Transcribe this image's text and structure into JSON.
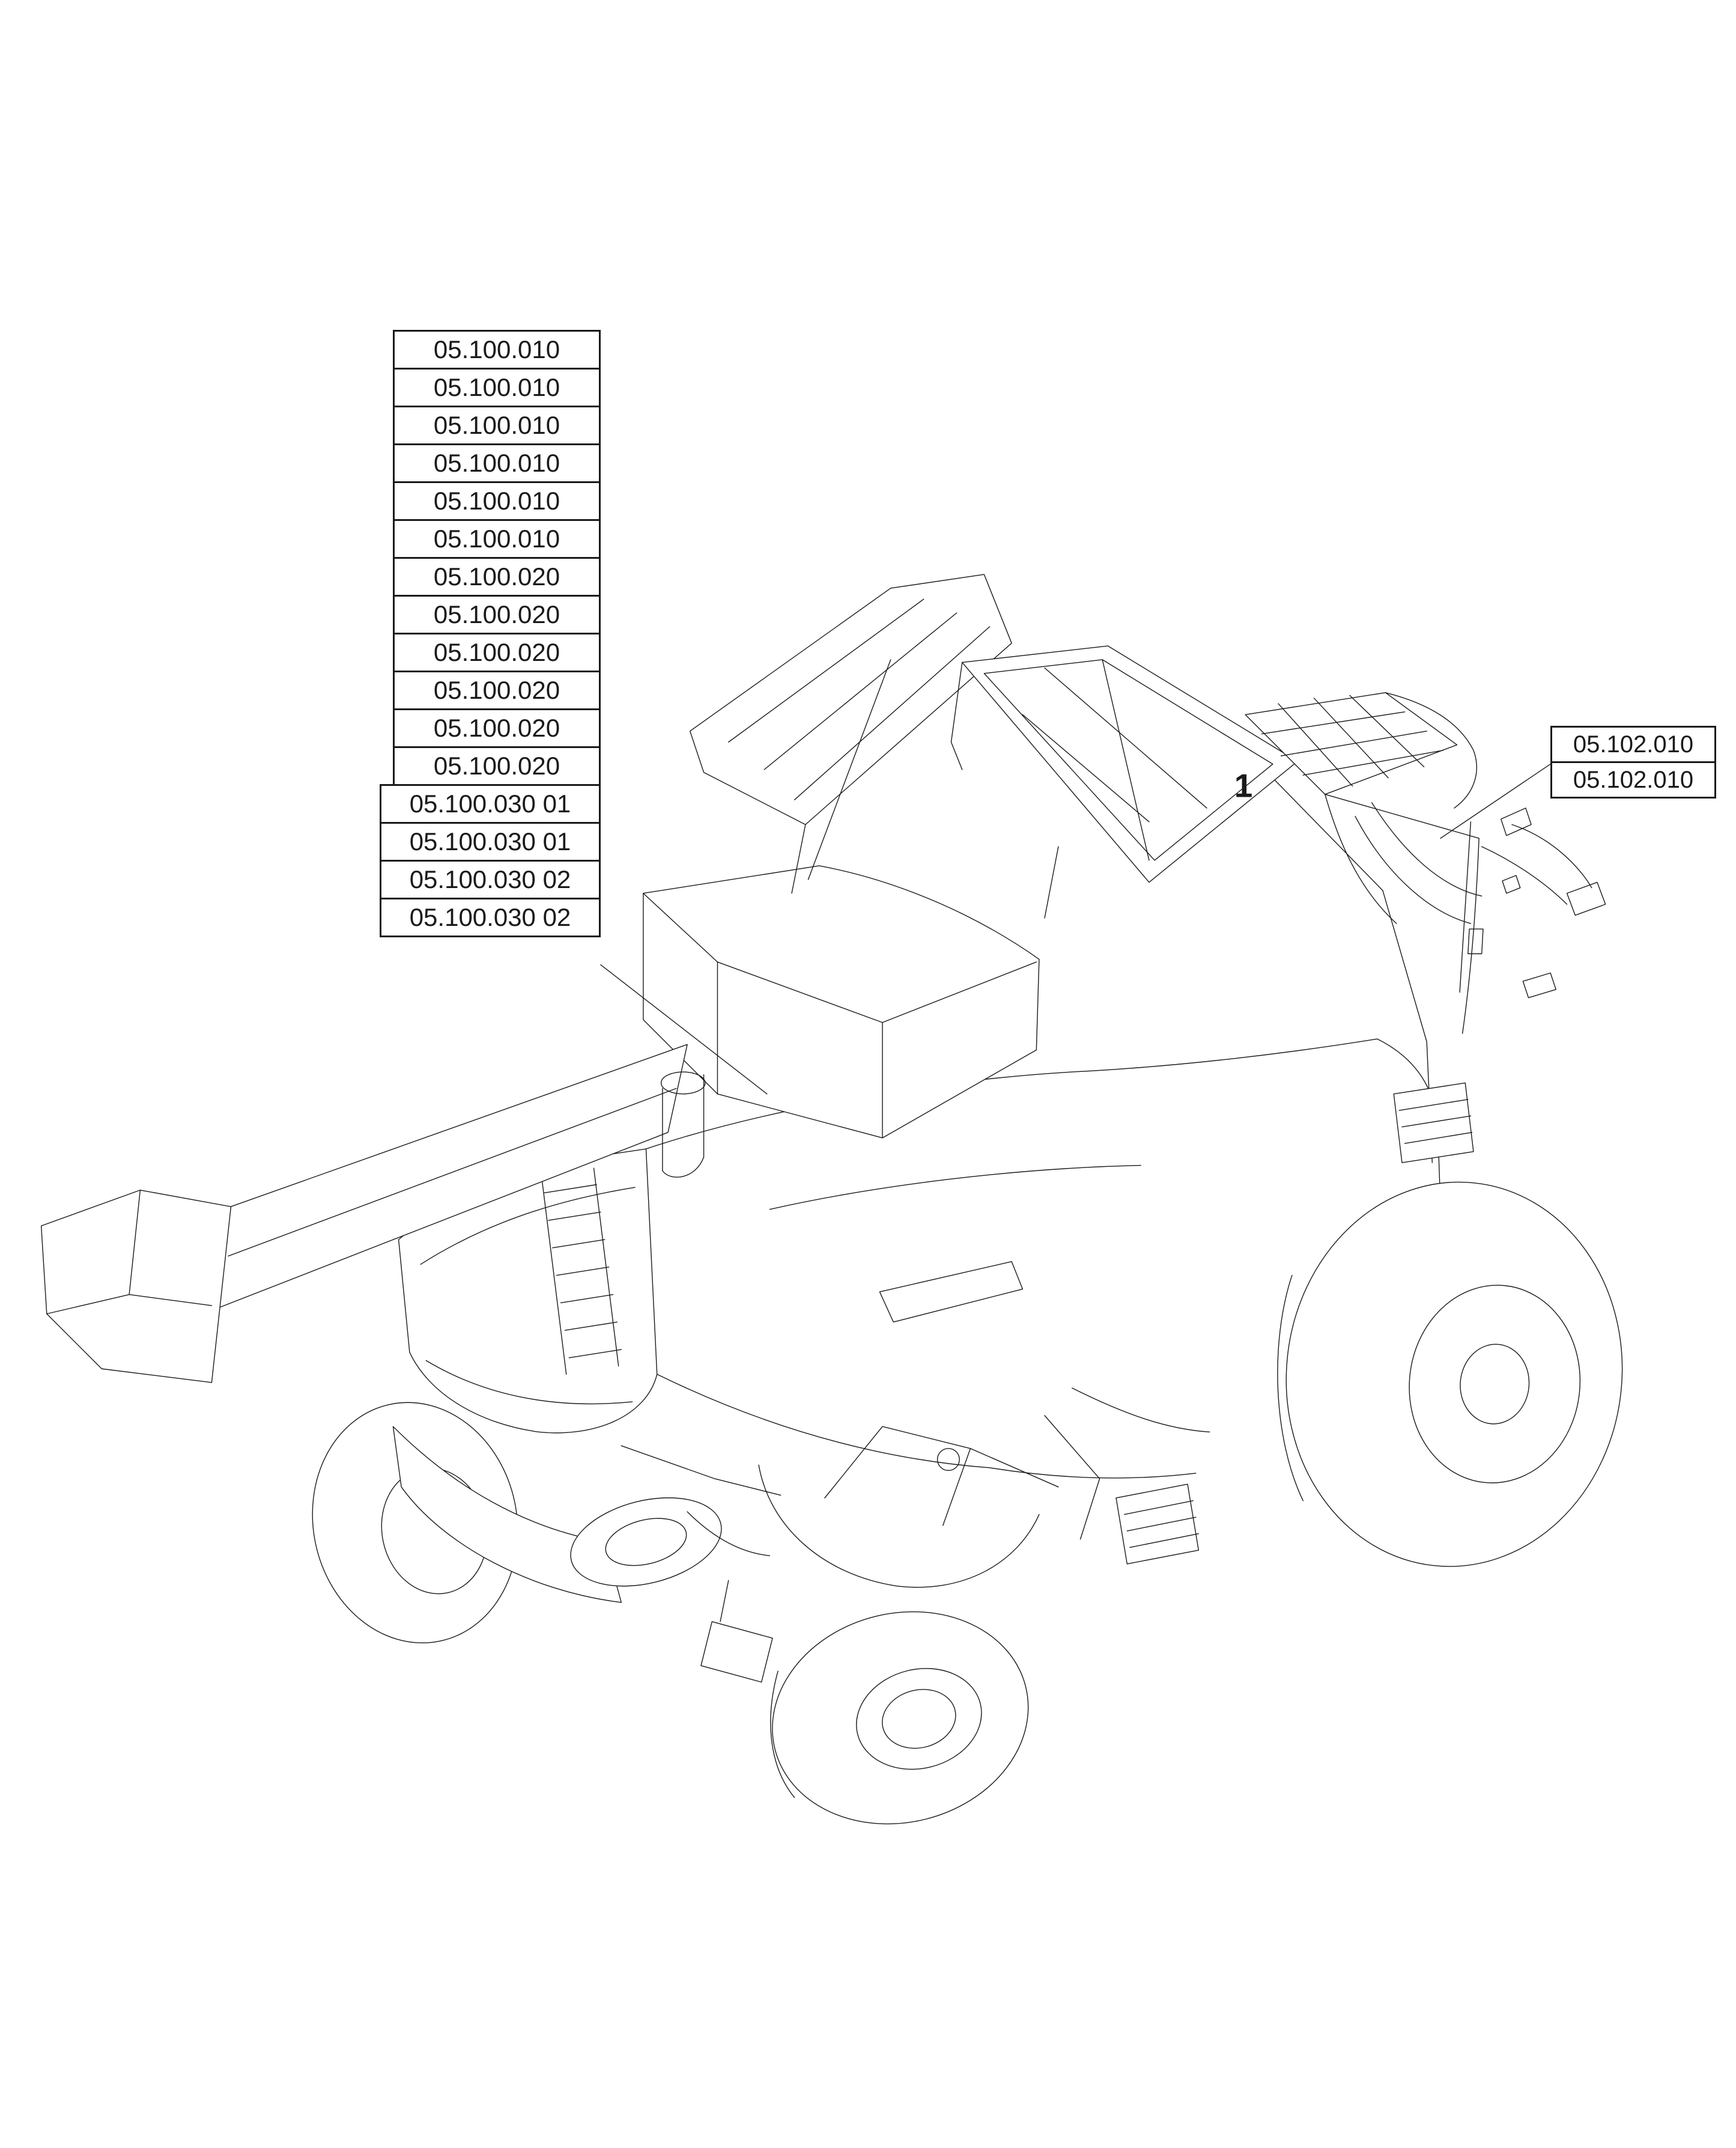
{
  "page": {
    "background": "#ffffff",
    "stroke_color": "#1a1a1a"
  },
  "diagram": {
    "type": "parts-catalog-isometric-line-drawing",
    "subject": "combine-harvester",
    "left_label_column": {
      "items": [
        "05.100.010",
        "05.100.010",
        "05.100.010",
        "05.100.010",
        "05.100.010",
        "05.100.010",
        "05.100.020",
        "05.100.020",
        "05.100.020",
        "05.100.020",
        "05.100.020",
        "05.100.020",
        "05.100.030 01",
        "05.100.030 01",
        "05.100.030 02",
        "05.100.030 02"
      ]
    },
    "right_label_column": {
      "items": [
        "05.102.010",
        "05.102.010"
      ]
    },
    "callouts": {
      "item_1": "1"
    }
  }
}
